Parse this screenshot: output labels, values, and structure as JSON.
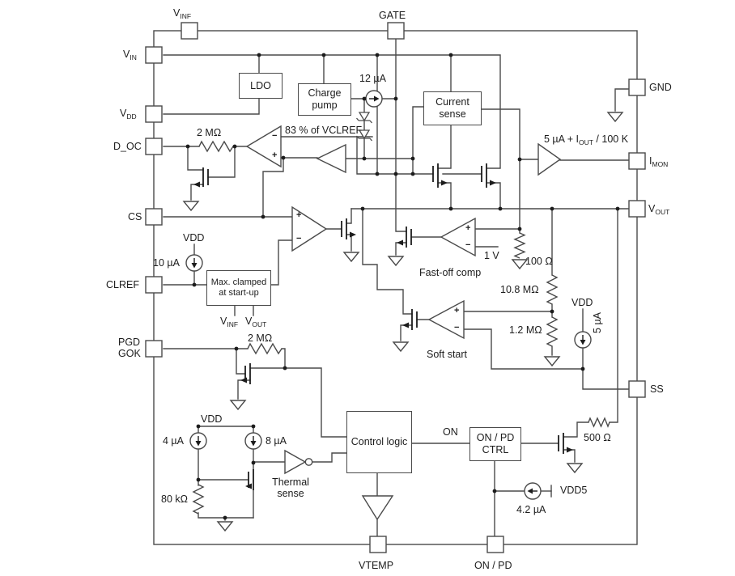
{
  "pins": {
    "vinf": {
      "base": "V",
      "sub": "INF"
    },
    "gate": {
      "label": "GATE"
    },
    "vin": {
      "base": "V",
      "sub": "IN"
    },
    "vdd": {
      "base": "V",
      "sub": "DD"
    },
    "d_oc": {
      "label": "D_OC"
    },
    "cs": {
      "label": "CS"
    },
    "clref": {
      "label": "CLREF"
    },
    "pgd": {
      "line1": "PGD",
      "line2": "GOK"
    },
    "gnd": {
      "label": "GND"
    },
    "imon": {
      "base": "I",
      "sub": "MON"
    },
    "vout": {
      "base": "V",
      "sub": "OUT"
    },
    "ss": {
      "label": "SS"
    },
    "vtemp": {
      "label": "VTEMP"
    },
    "on_pd": {
      "label": "ON / PD"
    }
  },
  "blocks": {
    "ldo": {
      "line1": "LDO"
    },
    "charge_pump": {
      "line1": "Charge",
      "line2": "pump"
    },
    "current_sense": {
      "line1": "Current",
      "line2": "sense"
    },
    "max_clamp": {
      "line1": "Max. clamped",
      "line2": "at start-up"
    },
    "control_logic": {
      "line1": "Control logic"
    },
    "on_pd_ctrl": {
      "line1": "ON / PD",
      "line2": "CTRL"
    }
  },
  "labels": {
    "i12": "12 µA",
    "vclref": "83 % of VCLREF",
    "r2m_doc": "2 MΩ",
    "imon_formula": {
      "pre": "5 µA + I",
      "sub": "OUT",
      "post": " / 100 K"
    },
    "vdd_clref": "VDD",
    "i10": "10 µA",
    "clamp_ref1": {
      "base": "V",
      "sub": "INF"
    },
    "clamp_ref2": {
      "base": "V",
      "sub": "OUT"
    },
    "v1": "1 V",
    "fastoff": "Fast-off comp",
    "r100": "100 Ω",
    "r10m8": "10.8 MΩ",
    "r1m2": "1.2 MΩ",
    "vdd_ss": "VDD",
    "i5": "5 µA",
    "softstart": "Soft start",
    "r2m_pgd": "2 MΩ",
    "vdd_th": "VDD",
    "i4": "4 µA",
    "i8": "8 µA",
    "thermal1": "Thermal",
    "thermal2": "sense",
    "r80k": "80 kΩ",
    "on": "ON",
    "r500": "500 Ω",
    "vdd5": "VDD5",
    "i42": "4.2 µA"
  },
  "signs": {
    "plus": "+",
    "minus": "−"
  },
  "colors": {
    "wire": "#4a4a4a",
    "text": "#1c1c1c",
    "background": "#ffffff"
  }
}
